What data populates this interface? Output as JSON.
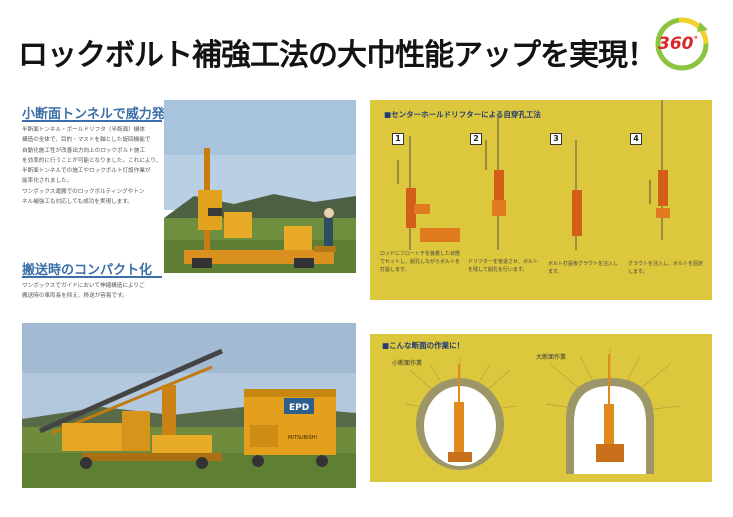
{
  "title": "ロックボルト補強工法の大巾性能アップを実現！",
  "logo": {
    "text": "360",
    "sup": "°"
  },
  "sections": {
    "small_tunnel": {
      "heading": "小断面トンネルで威力発揮",
      "body": [
        "半断面トンネル・ボールドリフタ（半断面）機体",
        "構造の全体で、目的・マストを軸とした旋回機能で",
        "自動化施工性が改善出力向上のロックボルト施工",
        "を効率的に行うことが可能となりました。これにより、",
        "半断面トンネルでの施工やロックボルト打設作業が",
        "能率化されました。",
        "ワンボックス運搬でのロックボルティングやトン",
        "ネル補強工も対応しても成功を実現します。"
      ]
    },
    "compact": {
      "heading": "搬送時のコンパクト化",
      "body": [
        "ワンボックスでガイドにおいて伸縮構造によりご",
        "搬送時の車両長を抑え、移送が容易です。"
      ]
    }
  },
  "panel_top": {
    "title": "■センターホールドリフターによる自穿孔工法",
    "steps": [
      "1",
      "2",
      "3",
      "4"
    ],
    "notes": [
      "ロッドにフロートチを装着した状態でセットし、削孔しながらボルトを打設します。",
      "ドリフターを後退させ、ボルトを残して削孔を行います。",
      "ボルト打設後グラウトを注入します。",
      "グラウトを注入し、ボルトを固定します。"
    ]
  },
  "panel_bottom": {
    "title": "■こんな断面の作業に！",
    "label_left": "小断面作業",
    "label_right": "大断面作業"
  },
  "photo_labels": {
    "generator": "MITSUBISHI",
    "panel": "EPD"
  }
}
